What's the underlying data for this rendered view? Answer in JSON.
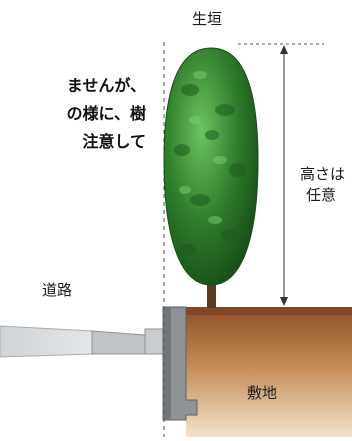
{
  "diagram": {
    "body_text_lines": [
      "ませんが、",
      "の様に、樹",
      "注意して"
    ],
    "labels": {
      "hedge": "生垣",
      "height_line1": "高さは",
      "height_line2": "任意",
      "road": "道路",
      "site": "敷地"
    },
    "colors": {
      "soil": "#9c5a2c",
      "soil_light": "#e6c9a0",
      "concrete": "#9aa0a4",
      "foliage_dark": "#1f5c1f",
      "foliage_light": "#4fa84a",
      "trunk": "#5a3a22"
    }
  }
}
